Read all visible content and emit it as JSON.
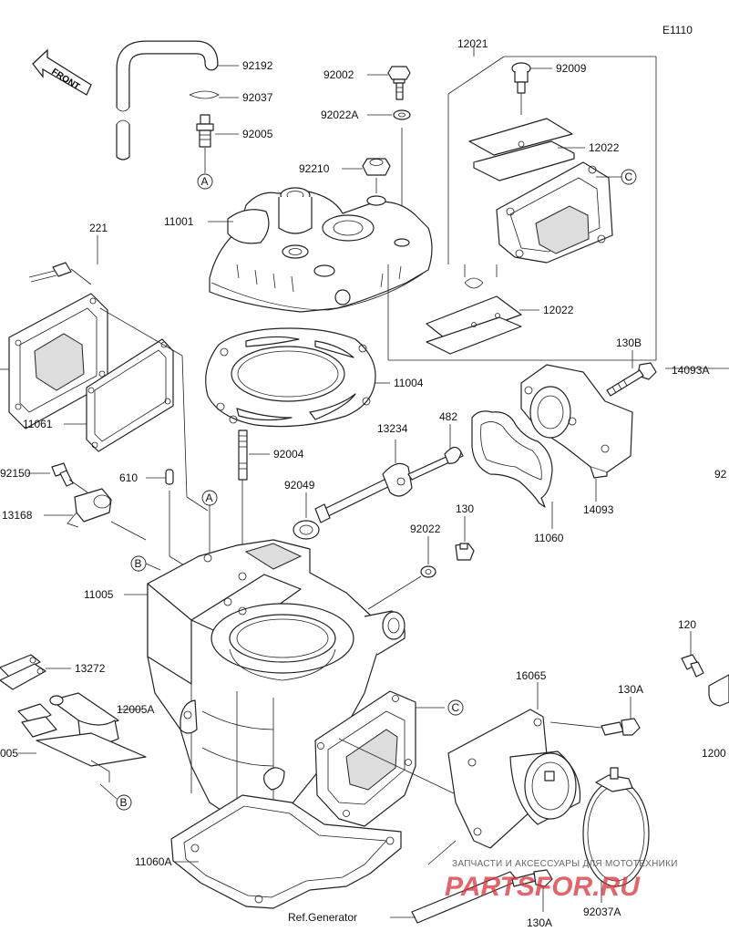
{
  "diagram_code": "E1110",
  "front_label": "FRONT",
  "refs": {
    "a": "A",
    "b": "B",
    "c": "C"
  },
  "parts": {
    "p92192": "92192",
    "p92037": "92037",
    "p92005": "92005",
    "p92002": "92002",
    "p92022A_top": "92022A",
    "p92210": "92210",
    "p11001": "11001",
    "p12021": "12021",
    "p92009": "92009",
    "p12022_top": "12022",
    "p12022_bottom": "12022",
    "p221": "221",
    "p11004": "11004",
    "p11061": "11061",
    "p130B": "130B",
    "p14093A": "14093A",
    "p92004": "92004",
    "p13234": "13234",
    "p482": "482",
    "p92150": "92150",
    "p610": "610",
    "p92049": "92049",
    "p13168": "13168",
    "p14093": "14093",
    "p92_right": "92",
    "p11060": "11060",
    "p92022": "92022",
    "p130": "130",
    "p11005": "11005",
    "p120": "120",
    "p13272": "13272",
    "p12005A": "12005A",
    "p005_left": "005",
    "p16065": "16065",
    "p130A_upper": "130A",
    "p1200_right": "1200",
    "p11060A": "11060A",
    "p130A_lower": "130A",
    "p92037A": "92037A"
  },
  "ref_generator": "Ref.Generator",
  "watermark": {
    "caption": "ЗАПЧАСТИ И АКСЕССУАРЫ ДЛЯ МОТОТЕХНИКИ",
    "logo": "PARTSFOR.RU"
  }
}
